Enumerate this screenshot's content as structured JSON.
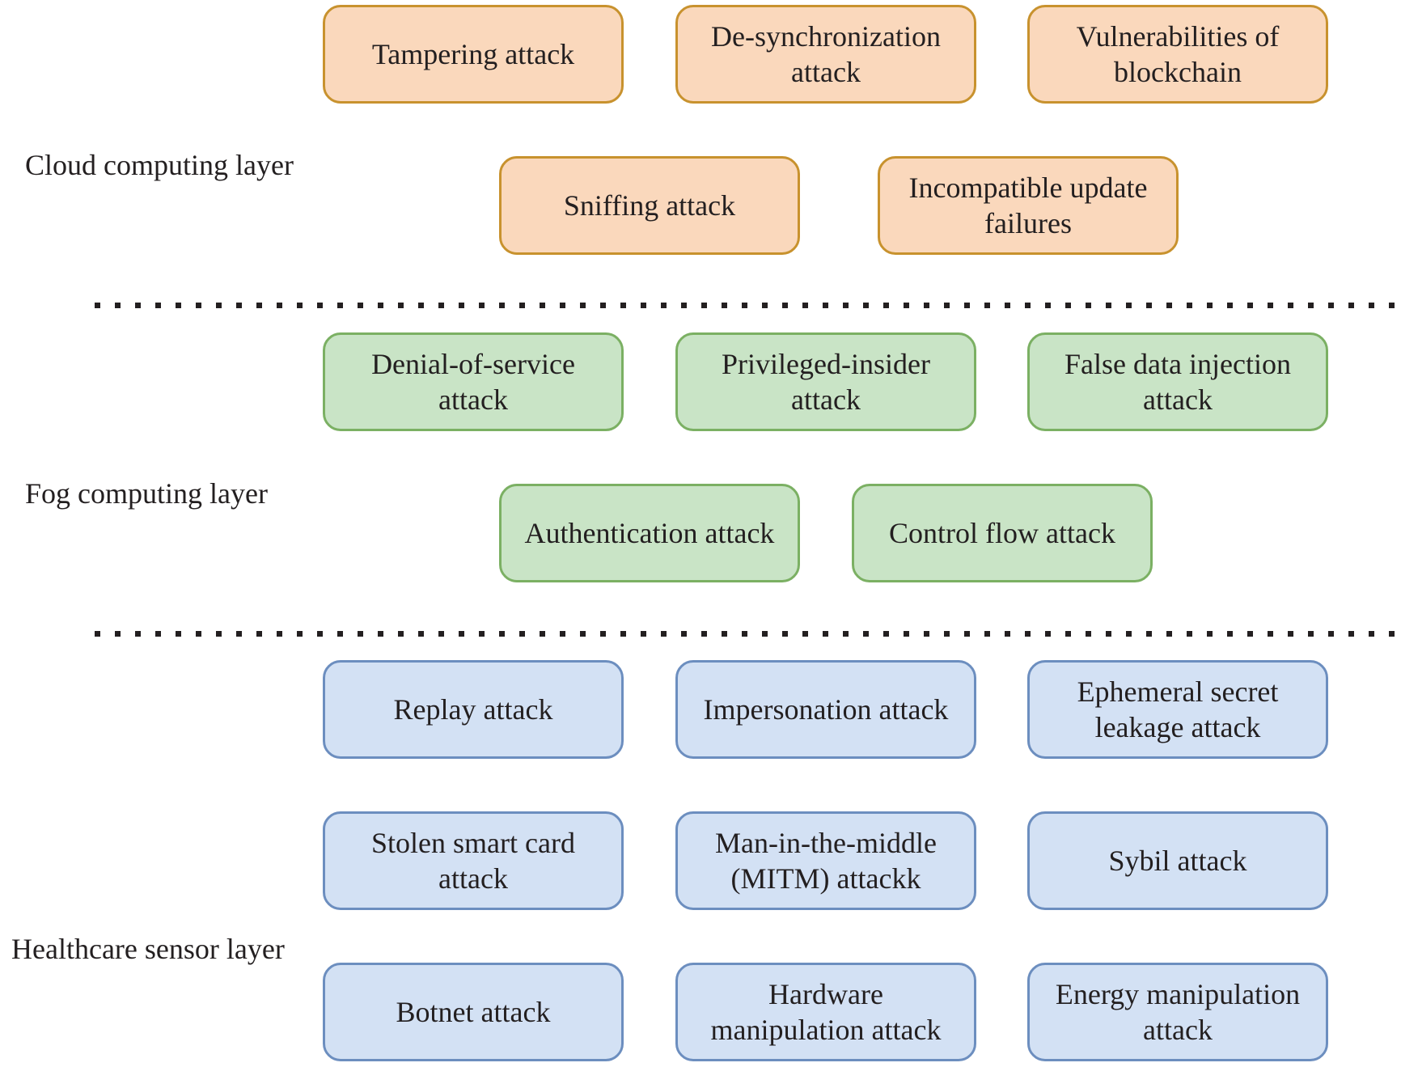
{
  "layers": {
    "cloud": {
      "label": "Cloud computing layer",
      "fill": "#fad8bc",
      "border": "#c8922e",
      "attacks": [
        "Tampering attack",
        "De-synchronization attack",
        "Vulnerabilities of blockchain",
        "Sniffing attack",
        "Incompatible update failures"
      ]
    },
    "fog": {
      "label": "Fog computing layer",
      "fill": "#c9e4c6",
      "border": "#7bb063",
      "attacks": [
        "Denial-of-service attack",
        "Privileged-insider attack",
        "False data injection attack",
        "Authentication attack",
        "Control flow attack"
      ]
    },
    "sensor": {
      "label": "Healthcare sensor layer",
      "fill": "#d3e1f4",
      "border": "#6c8ebf",
      "attacks": [
        "Replay attack",
        "Impersonation attack",
        "Ephemeral secret leakage attack",
        "Stolen smart card attack",
        "Man-in-the-middle (MITM) attackk",
        "Sybil attack",
        "Botnet attack",
        "Hardware manipulation attack",
        "Energy manipulation attack"
      ]
    }
  }
}
